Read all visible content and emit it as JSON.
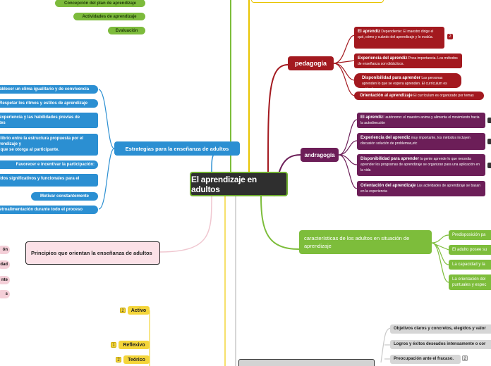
{
  "central": {
    "title": "El aprendizaje en adultos"
  },
  "top_left_items": [
    "Concepción del plan de aprendizaje",
    "Actividades de aprendizaje",
    "Evaluación"
  ],
  "estrategias": {
    "label": "Estrategias para la enseñanza de adultos",
    "items": [
      "ablecer un clima igualitario y de convivencia",
      "Respetar los ritmos y estilos de aprendizaje",
      "experiencia y las habilidades previas de\ntes",
      "ilibrio entre la estructura propuesta por el\nrendizaje y\n que se otorga al participante.",
      "Favorecer e incentivar la participación:",
      "idos significativos y funcionales para el",
      "Motivar constantemente",
      "etroalimentación durante todo el proceso"
    ]
  },
  "principios": {
    "label": "Principios que orientan la enseñanza de adultos",
    "items": [
      "ón",
      "dad",
      "nte",
      "s"
    ]
  },
  "bottom_left_items": [
    {
      "label": "Activo",
      "badge": "2"
    },
    {
      "label": "Reflexivo",
      "badge": "1"
    },
    {
      "label": "Teórico",
      "badge": "2"
    }
  ],
  "pedagogia": {
    "label": "pedagogía",
    "items": [
      {
        "title": "El aprendiz",
        "text": "Dependiente: El maestro dirige el qué, cómo y cuándo del aprendizaje y lo evalúa.",
        "badge": "2"
      },
      {
        "title": "Experiencia del aprendiz",
        "text": "Poca importancia. Los métodos de enseñanza son didácticos."
      },
      {
        "title": "Disponibilidad para aprender",
        "text": "Las personas aprenden lo que se espera aprenden. El currículum es estándares."
      },
      {
        "title": "Orientación al aprendizaje",
        "text": "El currículum es organizado por temas"
      }
    ]
  },
  "andragogia": {
    "label": "andragogía",
    "items": [
      {
        "title": "El aprendiz:",
        "text": "autónomo: el maestro anima y alimenta el movimiento hacia la autodirección"
      },
      {
        "title": "Experiencia del aprendiz",
        "text": "muy importante, los métodos incluyen discusión solución de problemas,etc"
      },
      {
        "title": "Disponibilidad para aprender",
        "text": "la gente aprende lo que necesita aprender los programas de aprendizaje se organizan para una aplicación en la vida"
      },
      {
        "title": "Orientación del aprendizaje",
        "text": "Las actividades de aprendizaje se basan en la experiencia"
      }
    ]
  },
  "caracteristicas": {
    "label": "características de los adultos en situación de aprendizaje",
    "items": [
      "Predisposición pa",
      "El adulto posee su",
      "La capacidad y la",
      "La orientación del\npuntuales y espec"
    ]
  },
  "bottom_right_items": [
    {
      "label": "Objetivos claros y concretos, elegidos y valor"
    },
    {
      "label": "Logros y éxitos deseados intensamente o cor"
    },
    {
      "label": "Preocupación ante el fracaso.",
      "badge": "2"
    }
  ],
  "colors": {
    "pedagogia": "#a3191f",
    "andragogia": "#6c1e58",
    "estrategias": "#2b8fd2",
    "principios": "#e9b9c4",
    "caracteristicas": "#7dbd3b",
    "bottom_left": "#f4d53a",
    "top_left": "#7dbb3c",
    "gray": "#d6d6d6"
  }
}
